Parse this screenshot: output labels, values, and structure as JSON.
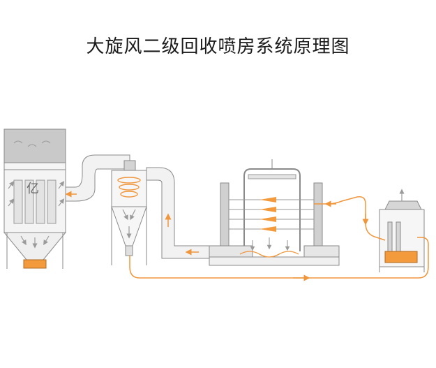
{
  "title": "大旋风二级回收喷房系统原理图",
  "watermark": "亿",
  "colors": {
    "pipe_fill": "#f2f2f2",
    "pipe_stroke": "#8a8a8a",
    "metal_dark": "#b8b8b8",
    "metal_mid": "#d4d4d4",
    "orange_line": "#f0963c",
    "orange_fill": "#f29a3c",
    "arrow_gray": "#9a9a9a",
    "text": "#1a1a1a"
  },
  "icons": [
    "watermark-logo",
    "gray-flow-arrow",
    "orange-flow-arrow",
    "spray-gun-icon",
    "filter-cartridge-icon",
    "tornado-swirl-icon"
  ]
}
